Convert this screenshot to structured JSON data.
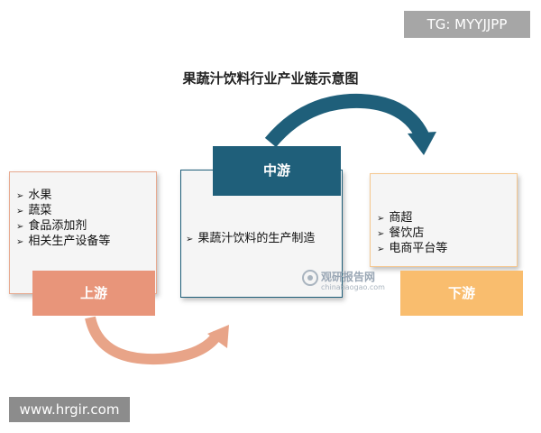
{
  "tag": "TG: MYYJJPP",
  "title": "果蔬汁饮料行业产业链示意图",
  "upstream": {
    "label": "上游",
    "items": [
      "水果",
      "蔬菜",
      "食品添加剂",
      "相关生产设备等"
    ]
  },
  "midstream": {
    "label": "中游",
    "items": [
      "果蔬汁饮料的生产制造"
    ]
  },
  "downstream": {
    "label": "下游",
    "items": [
      "商超",
      "餐饮店",
      "电商平台等"
    ]
  },
  "watermark": {
    "name": "观研报告网",
    "domain": "chinabaogao.com"
  },
  "url": "www.hrgir.com",
  "colors": {
    "upstream": "#e8957a",
    "midstream": "#1f5f7a",
    "downstream": "#f9bd6e",
    "arrow_bottom": "#e8a488"
  }
}
